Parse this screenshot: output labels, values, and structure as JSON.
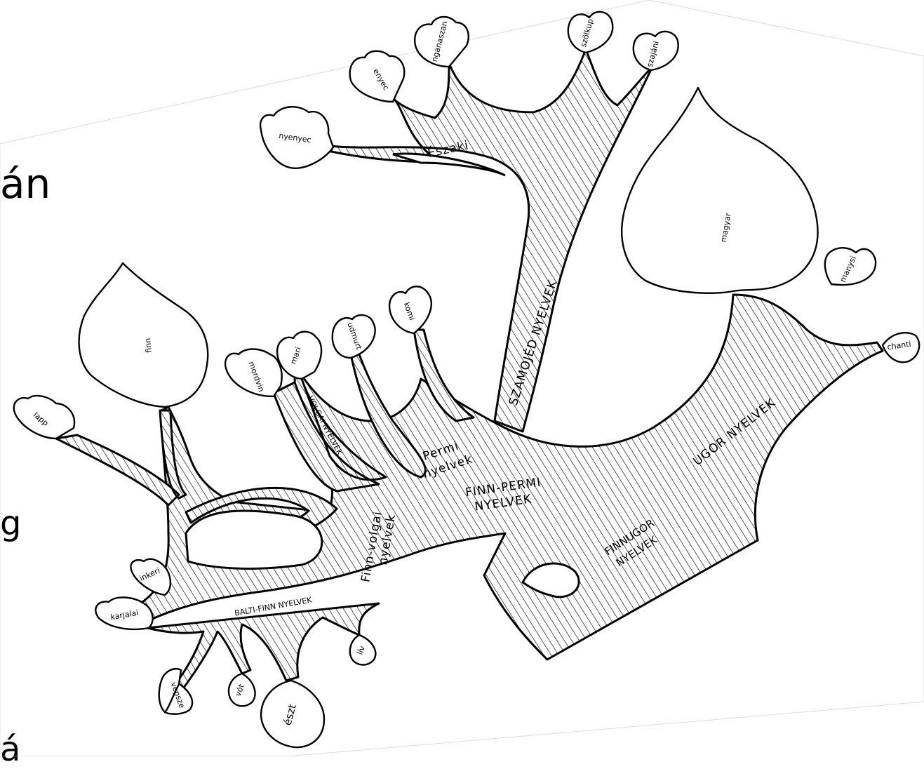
{
  "slide": {
    "fragment_1": "án",
    "fragment_2": "g",
    "fragment_3": "á"
  },
  "tree": {
    "leaves": {
      "nyenyec": "nyenyec",
      "enyec": "enyec",
      "nganaszan": "nganaszan",
      "szolkup": "szölkup",
      "szajani": "szajáni",
      "magyar": "magyar",
      "manysi": "manysi",
      "chanti": "chanti",
      "finn": "finn",
      "lapp": "lapp",
      "mordvin": "mordvin",
      "mari": "mari",
      "udmurt": "udmurt",
      "komi": "komi",
      "inkeri": "inkeri",
      "karjalai": "karjalai",
      "vepsze": "vepsze",
      "vot": "vót",
      "eszt": "észt",
      "liv": "lív"
    },
    "branches": {
      "eszaki": "Északi",
      "szamojed": "SZAMOJÉD NYELVEK",
      "ugor": "UGOR NYELVEK",
      "permi_1": "Permi",
      "permi_2": "nyelvek",
      "volgai": "VOLGAI NYELVEK",
      "finn_permi_1": "FINN-PERMI",
      "finn_permi_2": "NYELVEK",
      "finn_volgai_1": "Finn-volgai",
      "finn_volgai_2": "nyelvek",
      "finnugor_1": "FINNUGOR",
      "finnugor_2": "NYELVEK",
      "balti_finn": "BALTI-FINN NYELVEK"
    }
  }
}
